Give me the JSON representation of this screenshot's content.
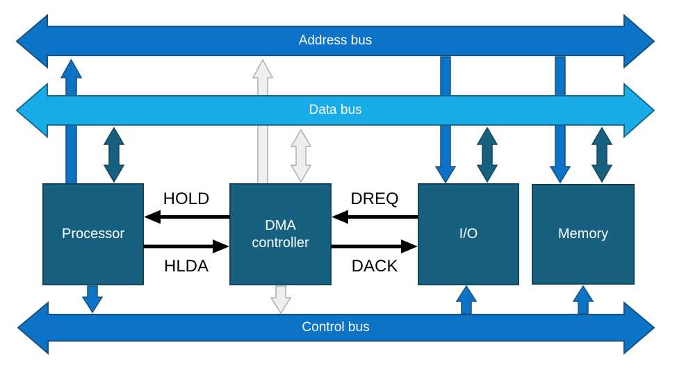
{
  "colors": {
    "bus-blue": "#0d73c6",
    "bus-blue-border": "#14517e",
    "data-cyan": "#19ace8",
    "data-cyan-border": "#156a8c",
    "box-teal": "#17607f",
    "box-teal-border": "#10455e",
    "arrow-gray": "#efefef",
    "arrow-gray-border": "#aeaeae",
    "signal-black": "#000000"
  },
  "buses": {
    "address": {
      "label": "Address bus",
      "direction": "both"
    },
    "data": {
      "label": "Data bus",
      "direction": "both"
    },
    "control": {
      "label": "Control bus",
      "direction": "both"
    }
  },
  "blocks": {
    "processor": {
      "label": "Processor"
    },
    "dma_controller": {
      "label": "DMA controller"
    },
    "io": {
      "label": "I/O"
    },
    "memory": {
      "label": "Memory"
    }
  },
  "signals": {
    "hold": {
      "label": "HOLD",
      "from": "dma_controller",
      "to": "processor"
    },
    "hlda": {
      "label": "HLDA",
      "from": "processor",
      "to": "dma_controller"
    },
    "dreq": {
      "label": "DREQ",
      "from": "io",
      "to": "dma_controller"
    },
    "dack": {
      "label": "DACK",
      "from": "dma_controller",
      "to": "io"
    }
  },
  "bus_connections": [
    {
      "block": "processor",
      "bus": "address",
      "direction": "up",
      "color": "blue"
    },
    {
      "block": "processor",
      "bus": "data",
      "direction": "both",
      "color": "teal"
    },
    {
      "block": "processor",
      "bus": "control",
      "direction": "down",
      "color": "blue"
    },
    {
      "block": "dma_controller",
      "bus": "address",
      "direction": "up",
      "color": "gray"
    },
    {
      "block": "dma_controller",
      "bus": "data",
      "direction": "both",
      "color": "gray"
    },
    {
      "block": "dma_controller",
      "bus": "control",
      "direction": "down",
      "color": "gray"
    },
    {
      "block": "io",
      "bus": "address",
      "direction": "down",
      "color": "blue"
    },
    {
      "block": "io",
      "bus": "data",
      "direction": "both",
      "color": "teal"
    },
    {
      "block": "io",
      "bus": "control",
      "direction": "up",
      "color": "blue"
    },
    {
      "block": "memory",
      "bus": "address",
      "direction": "down",
      "color": "blue"
    },
    {
      "block": "memory",
      "bus": "data",
      "direction": "both",
      "color": "teal"
    },
    {
      "block": "memory",
      "bus": "control",
      "direction": "up",
      "color": "blue"
    }
  ]
}
